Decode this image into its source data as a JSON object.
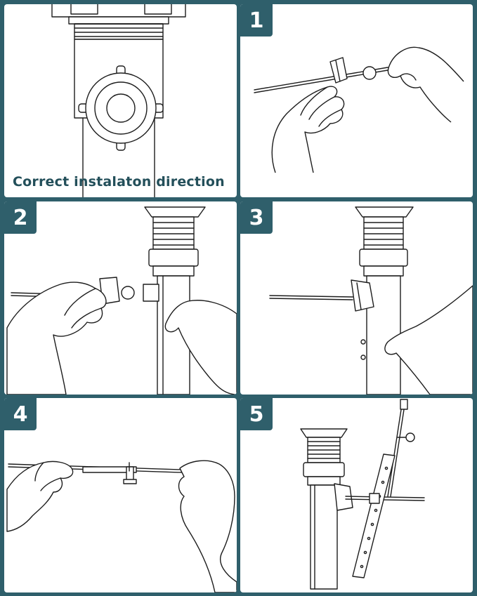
{
  "caption": "Correct instalaton direction",
  "steps": [
    "1",
    "2",
    "3",
    "4",
    "5"
  ],
  "icons": [
    "drain-fitting",
    "hand",
    "pivot-rod",
    "pop-up-drain",
    "clevis-strap"
  ],
  "colors": {
    "background": "#2f5f6b",
    "caption_text": "#234f5a",
    "panel": "#ffffff",
    "line": "#1d1d1d"
  }
}
